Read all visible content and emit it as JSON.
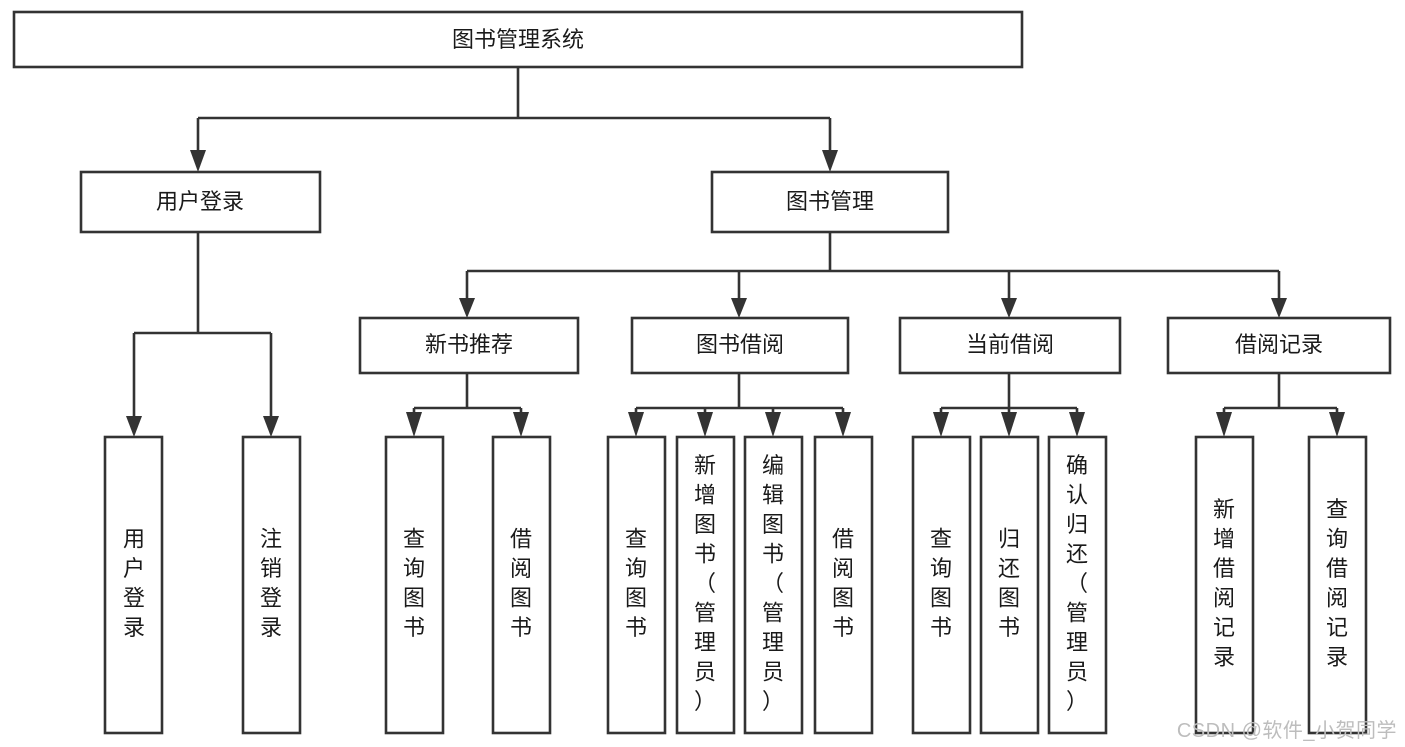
{
  "diagram": {
    "type": "tree",
    "title": "图书管理系统",
    "background_color": "#ffffff",
    "line_color": "#333333",
    "text_color": "#1a1a1a",
    "root": {
      "id": "root",
      "label": "图书管理系统",
      "orientation": "horizontal"
    },
    "level2": [
      {
        "id": "user-login",
        "label": "用户登录",
        "orientation": "horizontal"
      },
      {
        "id": "book-management",
        "label": "图书管理",
        "orientation": "horizontal"
      }
    ],
    "level3": [
      {
        "id": "new-book-recommend",
        "label": "新书推荐",
        "orientation": "horizontal",
        "parent": "book-management"
      },
      {
        "id": "book-borrow",
        "label": "图书借阅",
        "orientation": "horizontal",
        "parent": "book-management"
      },
      {
        "id": "current-borrow",
        "label": "当前借阅",
        "orientation": "horizontal",
        "parent": "book-management"
      },
      {
        "id": "borrow-record",
        "label": "借阅记录",
        "orientation": "horizontal",
        "parent": "book-management"
      }
    ],
    "leaves": [
      {
        "id": "leaf-user-login",
        "label": "用户登录",
        "orientation": "vertical",
        "parent": "user-login"
      },
      {
        "id": "leaf-user-logout",
        "label": "注销登录",
        "orientation": "vertical",
        "parent": "user-login"
      },
      {
        "id": "leaf-query-book-1",
        "label": "查询图书",
        "orientation": "vertical",
        "parent": "new-book-recommend"
      },
      {
        "id": "leaf-borrow-book-1",
        "label": "借阅图书",
        "orientation": "vertical",
        "parent": "new-book-recommend"
      },
      {
        "id": "leaf-query-book-2",
        "label": "查询图书",
        "orientation": "vertical",
        "parent": "book-borrow"
      },
      {
        "id": "leaf-add-book",
        "label": "新增图书（管理员）",
        "orientation": "vertical",
        "parent": "book-borrow"
      },
      {
        "id": "leaf-edit-book",
        "label": "编辑图书（管理员）",
        "orientation": "vertical",
        "parent": "book-borrow"
      },
      {
        "id": "leaf-borrow-book-2",
        "label": "借阅图书",
        "orientation": "vertical",
        "parent": "book-borrow"
      },
      {
        "id": "leaf-query-book-3",
        "label": "查询图书",
        "orientation": "vertical",
        "parent": "current-borrow"
      },
      {
        "id": "leaf-return-book",
        "label": "归还图书",
        "orientation": "vertical",
        "parent": "current-borrow"
      },
      {
        "id": "leaf-confirm-return",
        "label": "确认归还（管理员）",
        "orientation": "vertical",
        "parent": "current-borrow"
      },
      {
        "id": "leaf-add-record",
        "label": "新增借阅记录",
        "orientation": "vertical",
        "parent": "borrow-record"
      },
      {
        "id": "leaf-query-record",
        "label": "查询借阅记录",
        "orientation": "vertical",
        "parent": "borrow-record"
      }
    ]
  },
  "watermark": {
    "text": "CSDN @软件_小贺同学"
  }
}
